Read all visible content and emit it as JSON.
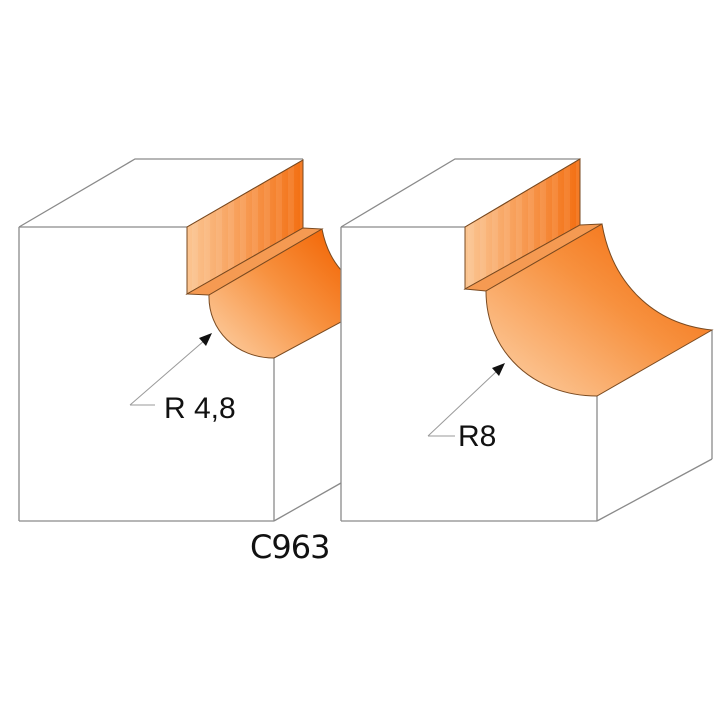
{
  "diagram": {
    "type": "router-bit profile diagram",
    "product_code": "C963",
    "profiles": [
      {
        "name": "left-profile",
        "radius_label": "R 4,8"
      },
      {
        "name": "right-profile",
        "radius_label": "R8"
      }
    ],
    "colors": {
      "outline": "#8a8a8a",
      "profile_light": "#fbc592",
      "profile_dark": "#f26a0a",
      "profile_edge": "#7a4a20",
      "text": "#111111",
      "background": "#ffffff"
    }
  }
}
